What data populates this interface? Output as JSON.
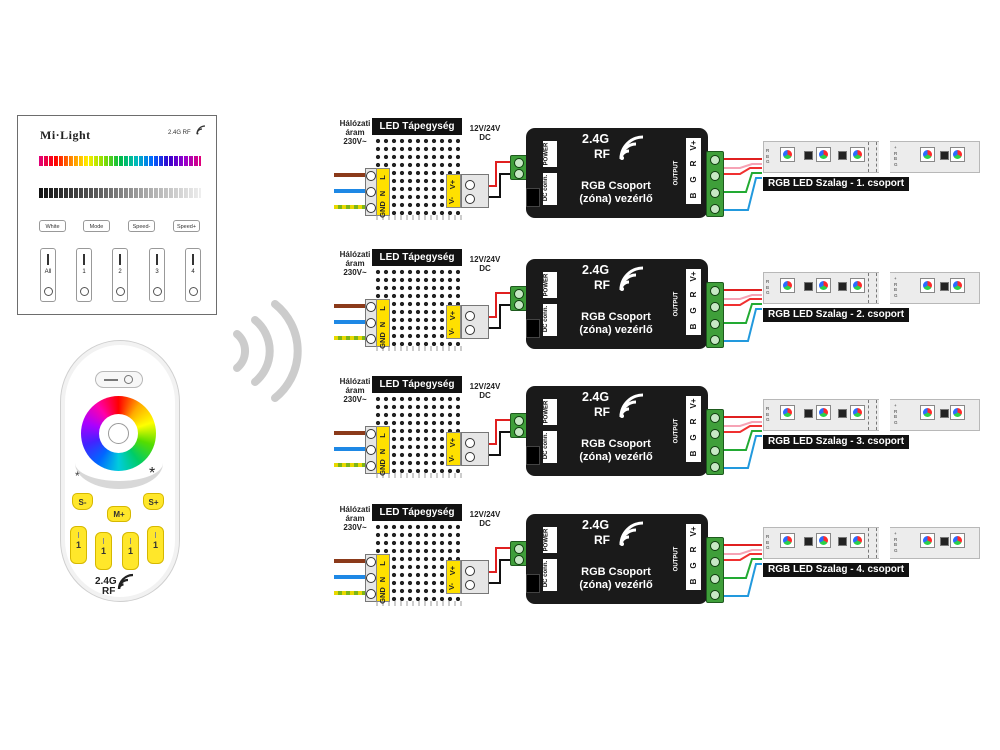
{
  "panel": {
    "brand": "Mi·Light",
    "rf": "2.4G RF",
    "buttons": [
      "White",
      "Mode",
      "Speed-",
      "Speed+"
    ],
    "zones": [
      "All",
      "1",
      "2",
      "3",
      "4"
    ]
  },
  "remote": {
    "star_left": "*",
    "star_right": "*",
    "s_minus": "S-",
    "m_plus": "M+",
    "s_plus": "S+",
    "zones": [
      "1",
      "1",
      "1",
      "1"
    ],
    "rf_line1": "2.4G",
    "rf_line2": "RF"
  },
  "rows": [
    {
      "mains": "Hálózati áram 230V~",
      "psu_title": "LED Tápegység",
      "psu_pins": [
        "L",
        "N",
        "GND"
      ],
      "psu_out": [
        "V+",
        "V-"
      ],
      "dc": "12V/24V DC",
      "g24": "2.4G",
      "rf": "RF",
      "controller": "RGB Csoport (zóna) vezérlő",
      "power": "POWER",
      "dc_conn": "DC conn.",
      "output": "OUTPUT",
      "out_pins": [
        "V+",
        "R",
        "G",
        "B"
      ],
      "strip_label": "RGB LED Szalag - 1. csoport"
    },
    {
      "mains": "Hálózati áram 230V~",
      "psu_title": "LED Tápegység",
      "psu_pins": [
        "L",
        "N",
        "GND"
      ],
      "psu_out": [
        "V+",
        "V-"
      ],
      "dc": "12V/24V DC",
      "g24": "2.4G",
      "rf": "RF",
      "controller": "RGB Csoport (zóna) vezérlő",
      "power": "POWER",
      "dc_conn": "DC conn.",
      "output": "OUTPUT",
      "out_pins": [
        "V+",
        "R",
        "G",
        "B"
      ],
      "strip_label": "RGB LED Szalag - 2. csoport"
    },
    {
      "mains": "Hálózati áram 230V~",
      "psu_title": "LED Tápegység",
      "psu_pins": [
        "L",
        "N",
        "GND"
      ],
      "psu_out": [
        "V+",
        "V-"
      ],
      "dc": "12V/24V DC",
      "g24": "2.4G",
      "rf": "RF",
      "controller": "RGB Csoport (zóna) vezérlő",
      "power": "POWER",
      "dc_conn": "DC conn.",
      "output": "OUTPUT",
      "out_pins": [
        "V+",
        "R",
        "G",
        "B"
      ],
      "strip_label": "RGB LED Szalag - 3. csoport"
    },
    {
      "mains": "Hálózati áram 230V~",
      "psu_title": "LED Tápegység",
      "psu_pins": [
        "L",
        "N",
        "GND"
      ],
      "psu_out": [
        "V+",
        "V-"
      ],
      "dc": "12V/24V DC",
      "g24": "2.4G",
      "rf": "RF",
      "controller": "RGB Csoport (zóna) vezérlő",
      "power": "POWER",
      "dc_conn": "DC conn.",
      "output": "OUTPUT",
      "out_pins": [
        "V+",
        "R",
        "G",
        "B"
      ],
      "strip_label": "RGB LED Szalag - 4. csoport"
    }
  ],
  "strip_pads": {
    "left": [
      "R",
      "B",
      "G"
    ],
    "right": [
      "+",
      "R",
      "B",
      "G"
    ]
  },
  "icons": {
    "signal": "wifi-signal-icon",
    "waves": "radio-waves-icon"
  },
  "colors": {
    "live": "#8b3a1a",
    "neutral": "#1e88e5",
    "ground": "#7cb518",
    "positive": "#e02020",
    "negative": "#111111",
    "red": "#f03030",
    "green": "#22aa33",
    "blue": "#2299dd",
    "vplus": "#f6a3b5",
    "psu_label": "#ffe000",
    "terminal": "#3f9f3a"
  }
}
